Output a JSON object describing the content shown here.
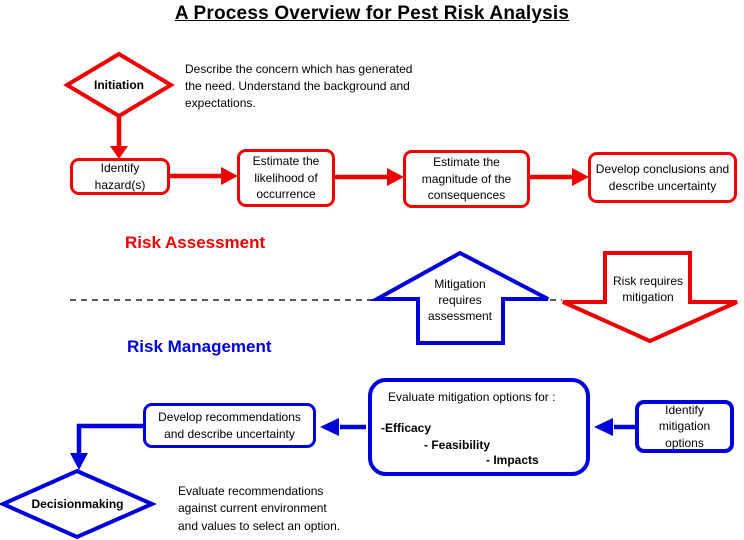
{
  "title": "A Process Overview for Pest Risk Analysis",
  "colors": {
    "assessment_red": "#ee0000",
    "management_blue": "#0000dd"
  },
  "sections": {
    "assessment_label": "Risk Assessment",
    "management_label": "Risk Management"
  },
  "nodes": {
    "initiation": {
      "label": "Initiation"
    },
    "initiation_note": {
      "lines": [
        "Describe the concern which has generated",
        "the need.  Understand the background and",
        "expectations."
      ]
    },
    "identify_hazards": {
      "lines": [
        "Identify",
        "hazard(s)"
      ]
    },
    "likelihood": {
      "lines": [
        "Estimate the",
        "likelihood of",
        "occurrence"
      ]
    },
    "magnitude": {
      "lines": [
        "Estimate the",
        "magnitude of the",
        "consequences"
      ]
    },
    "conclusions": {
      "lines": [
        "Develop conclusions and",
        "describe uncertainty"
      ]
    },
    "mitigation_requires_assessment": {
      "lines": [
        "Mitigation",
        "requires",
        "assessment"
      ]
    },
    "risk_requires_mitigation": {
      "lines": [
        "Risk requires",
        "mitigation"
      ]
    },
    "evaluate": {
      "heading": "Evaluate mitigation options for :",
      "items": [
        "-Efficacy",
        "- Feasibility",
        "- Impacts"
      ]
    },
    "identify_mitigation": {
      "lines": [
        "Identify",
        "mitigation",
        "options"
      ]
    },
    "develop_recommendations": {
      "lines": [
        "Develop recommendations",
        "and describe uncertainty"
      ]
    },
    "decisionmaking": {
      "label": "Decisionmaking"
    },
    "decision_note": {
      "lines": [
        "Evaluate recommendations",
        "against current environment",
        "and values to select an option."
      ]
    }
  }
}
